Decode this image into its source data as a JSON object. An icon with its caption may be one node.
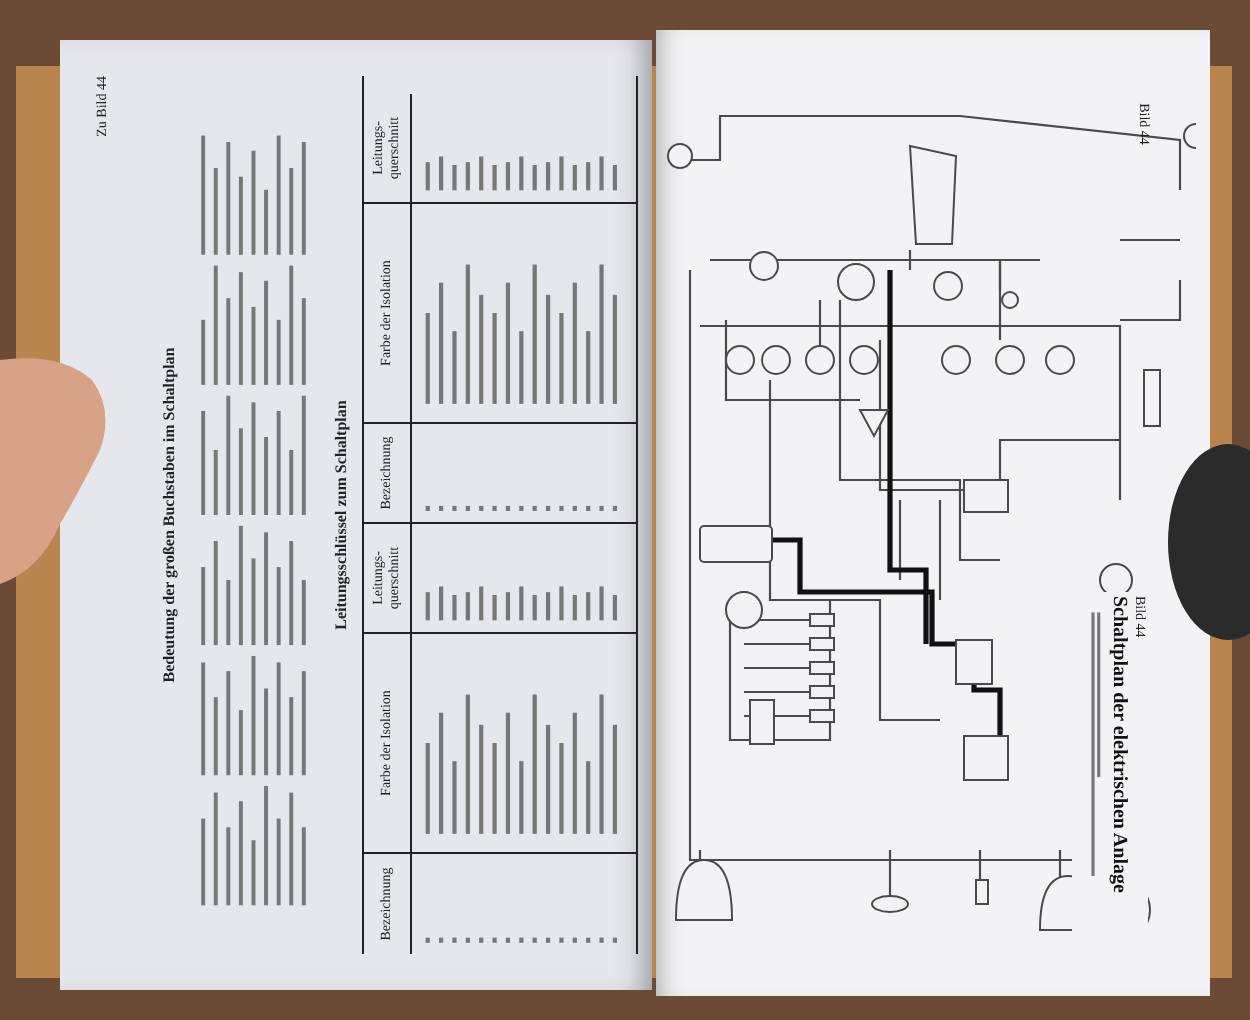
{
  "diagram": {
    "title": "Schaltplan der elektrischen Anlage",
    "labels": [
      "Zu Bild 44",
      "Bedeutung der großen Buchstaben im Schaltplan",
      "Leitungsschlüssel zum Schaltplan",
      "Bezeichnung",
      "Farbe der Isolation",
      "Leitungs- querschnitt",
      "Bezeichnung",
      "Farbe der Isolation",
      "Leitungs- querschnitt",
      "Bild 44",
      "Bild 44"
    ]
  }
}
